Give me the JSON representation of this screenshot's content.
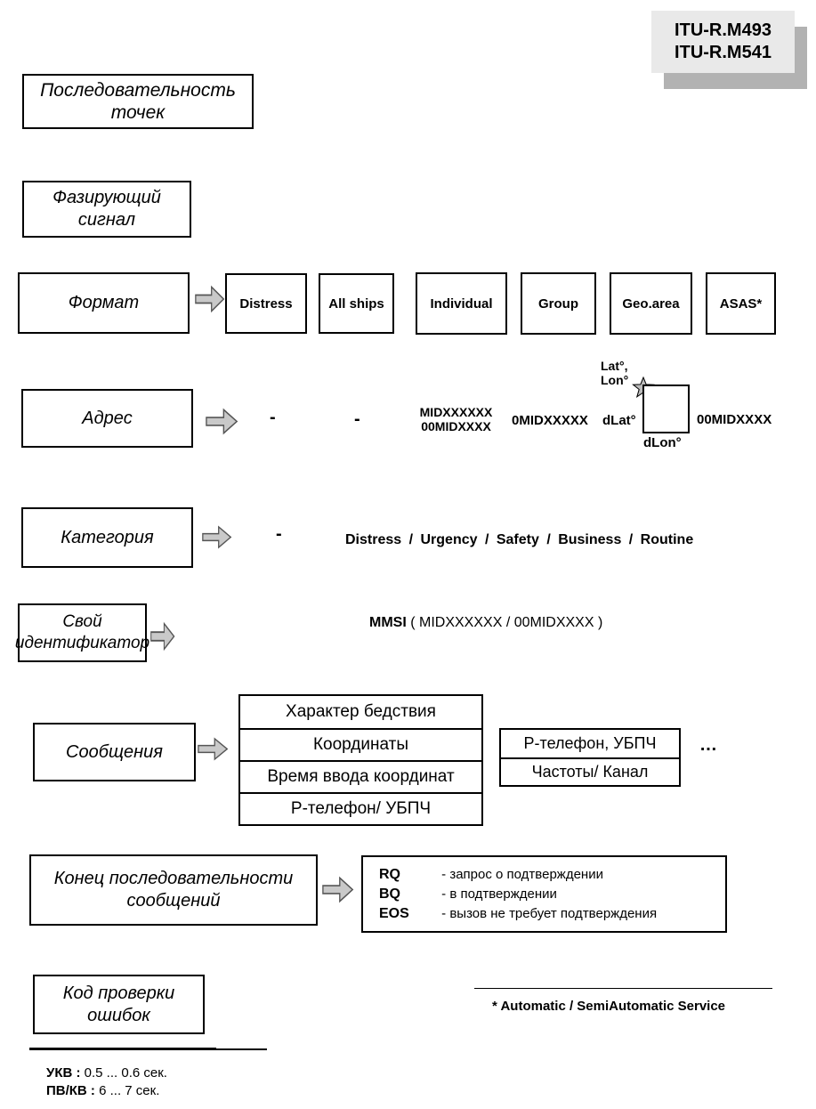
{
  "header": {
    "standard1": "ITU-R.M493",
    "standard2": "ITU-R.M541"
  },
  "stages": {
    "dot_sequence": "Последовательность точек",
    "phasing": "Фазирующий сигнал",
    "format": "Формат",
    "address": "Адрес",
    "category": "Категория",
    "self_id": "Свой идентификатор",
    "messages": "Сообщения",
    "eos": "Конец последовательности сообщений",
    "error_check": "Код проверки ошибок"
  },
  "format_options": [
    "Distress",
    "All ships",
    "Individual",
    "Group",
    "Geo.area",
    "ASAS*"
  ],
  "address_row": {
    "dash1": "-",
    "dash2": "-",
    "individual_line1": "MIDXXXXXX",
    "individual_line2": "00MIDXXXX",
    "group": "0MIDXXXXX",
    "latlon_line1": "Lat°,",
    "latlon_line2": "Lon°",
    "dlat": "dLat°",
    "dlon": "dLon°",
    "auto_service": "00MIDXXXX"
  },
  "category_row": {
    "dash": "-",
    "options": "Distress / Urgency / Safety / Business / Routine"
  },
  "self_id_row": {
    "mmsi": "MMSI",
    "detail": "( MIDXXXXXX / 00MIDXXXX )"
  },
  "messages_row": {
    "table1": [
      "Характер бедствия",
      "Координаты",
      "Время ввода координат",
      "Р-телефон/ УБПЧ"
    ],
    "table2": [
      "Р-телефон, УБПЧ",
      "Частоты/ Канал"
    ],
    "more": "…"
  },
  "eos_row": {
    "items": [
      {
        "code": "RQ",
        "desc": "- запрос о подтверждении"
      },
      {
        "code": "BQ",
        "desc": "- в подтверждении"
      },
      {
        "code": "EOS",
        "desc": "- вызов не требует подтверждения"
      }
    ]
  },
  "footnotes": {
    "asas": "* Automatic / SemiAutomatic Service",
    "vhf_label": "УКВ :",
    "vhf_value": "0.5 ... 0.6 сек.",
    "mfhf_label": "ПВ/КВ :",
    "mfhf_value": "6 ... 7 сек."
  }
}
